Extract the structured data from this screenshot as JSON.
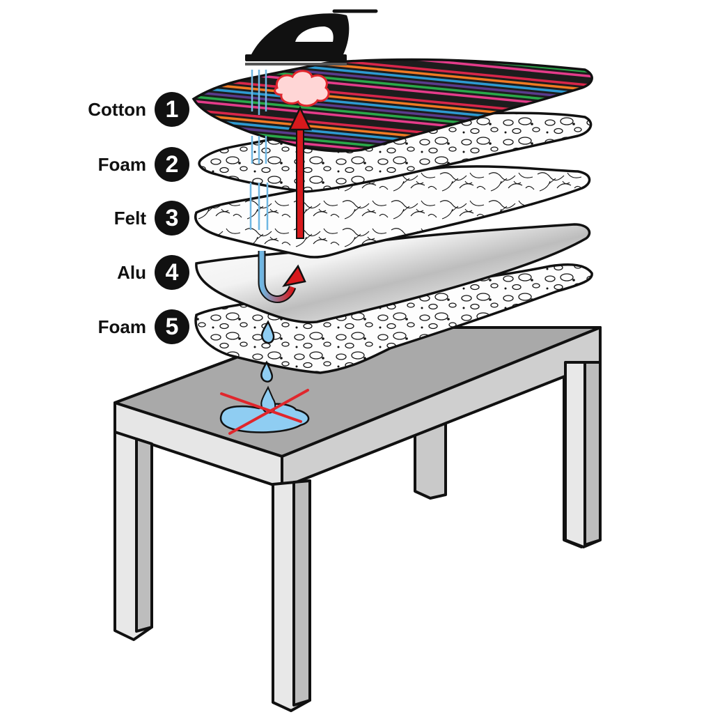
{
  "layers": [
    {
      "number": "1",
      "name": "Cotton",
      "kind": "cotton-cover"
    },
    {
      "number": "2",
      "name": "Foam",
      "kind": "foam"
    },
    {
      "number": "3",
      "name": "Felt",
      "kind": "felt"
    },
    {
      "number": "4",
      "name": "Alu",
      "kind": "aluminium"
    },
    {
      "number": "5",
      "name": "Foam",
      "kind": "foam"
    }
  ],
  "icons": [
    "iron-icon",
    "steam-icon",
    "heat-arrow-icon",
    "reflection-arrow-icon",
    "water-drop-icon",
    "puddle-icon",
    "cross-out-icon",
    "table-icon"
  ],
  "colors": {
    "iron": "#111111",
    "heat": "#d7191c",
    "steam": "#6fb7e3",
    "water": "#8fcdf2",
    "table_top": "#a9a9a9",
    "table_side": "#e2e2e2",
    "outline": "#111111",
    "stripes": [
      "#d9264a",
      "#f07a23",
      "#2e9ad1",
      "#5a3b8c",
      "#2aa84a",
      "#e43c8a",
      "#1d1d1d"
    ]
  }
}
